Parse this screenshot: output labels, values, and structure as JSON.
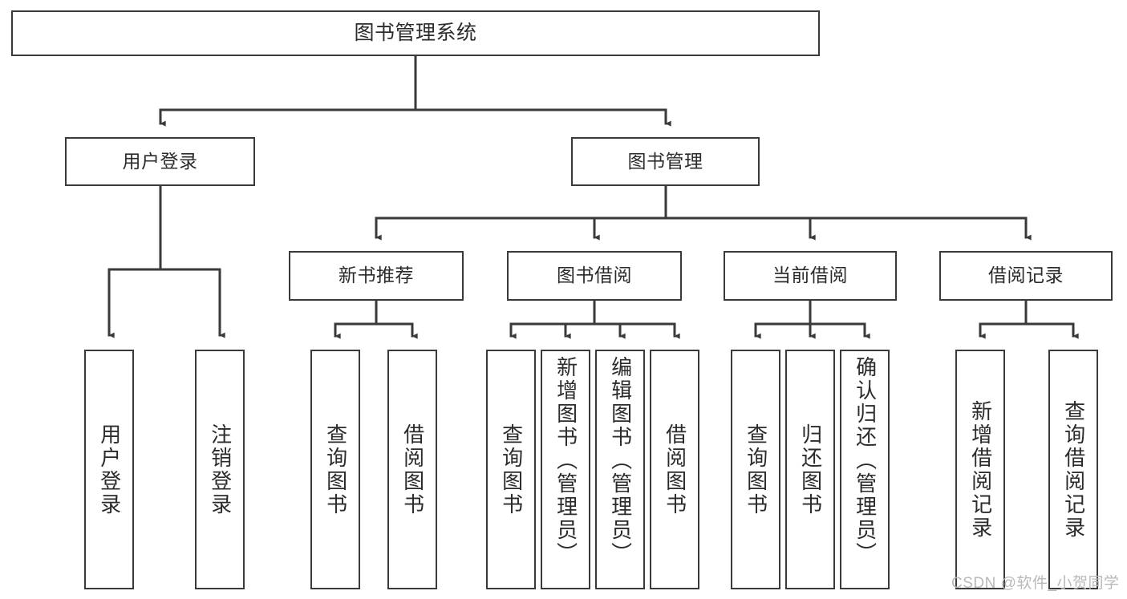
{
  "diagram": {
    "type": "tree-hierarchy-chart",
    "title": "图书管理系统",
    "colors": {
      "stroke": "#3a3a3a",
      "fill": "#ffffff",
      "text": "#2b2b2b",
      "watermark": "#b9b9b9"
    },
    "watermark": "CSDN @软件_小贺同学",
    "nodes": {
      "root": {
        "label": "图书管理系统"
      },
      "level2": [
        {
          "id": "user-login",
          "label": "用户登录"
        },
        {
          "id": "book-manage",
          "label": "图书管理"
        }
      ],
      "level3": [
        {
          "id": "new-book-recommend",
          "label": "新书推荐"
        },
        {
          "id": "book-borrow",
          "label": "图书借阅"
        },
        {
          "id": "current-borrow",
          "label": "当前借阅"
        },
        {
          "id": "borrow-record",
          "label": "借阅记录"
        }
      ],
      "leaves": {
        "user_login": [
          {
            "id": "leaf-user-login",
            "label": "用户登录"
          },
          {
            "id": "leaf-logout-login",
            "label": "注销登录"
          }
        ],
        "new_book_recommend": [
          {
            "id": "leaf-query-book-1",
            "label": "查询图书"
          },
          {
            "id": "leaf-borrow-book-1",
            "label": "借阅图书"
          }
        ],
        "book_borrow": [
          {
            "id": "leaf-query-book-2",
            "label": "查询图书"
          },
          {
            "id": "leaf-add-book",
            "label": "新增图书（管理员）"
          },
          {
            "id": "leaf-edit-book",
            "label": "编辑图书（管理员）"
          },
          {
            "id": "leaf-borrow-book-2",
            "label": "借阅图书"
          }
        ],
        "current_borrow": [
          {
            "id": "leaf-query-book-3",
            "label": "查询图书"
          },
          {
            "id": "leaf-return-book",
            "label": "归还图书"
          },
          {
            "id": "leaf-confirm-return",
            "label": "确认归还（管理员）"
          }
        ],
        "borrow_record": [
          {
            "id": "leaf-add-record",
            "label": "新增借阅记录"
          },
          {
            "id": "leaf-query-record",
            "label": "查询借阅记录"
          }
        ]
      }
    }
  }
}
